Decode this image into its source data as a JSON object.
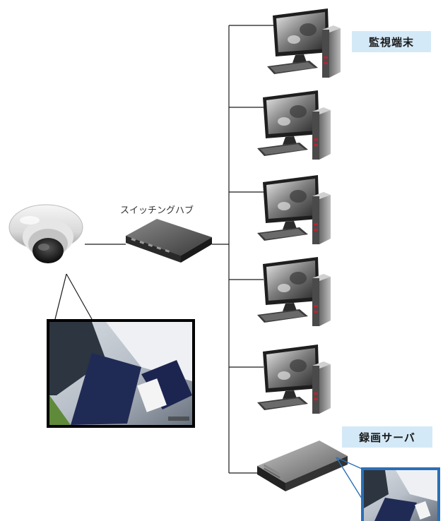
{
  "labels": {
    "switching_hub": "スイッチングハブ",
    "monitoring_terminal": "監視端末",
    "recording_server": "録画サーバ"
  },
  "colors": {
    "label_bg": "#d4e9f7",
    "line": "#1a1a1a",
    "server_link": "#2a6fb5"
  },
  "icons": {
    "camera": "dome-camera-icon",
    "switch": "switching-hub-icon",
    "terminal": "desktop-pc-icon",
    "server": "rack-server-icon"
  }
}
